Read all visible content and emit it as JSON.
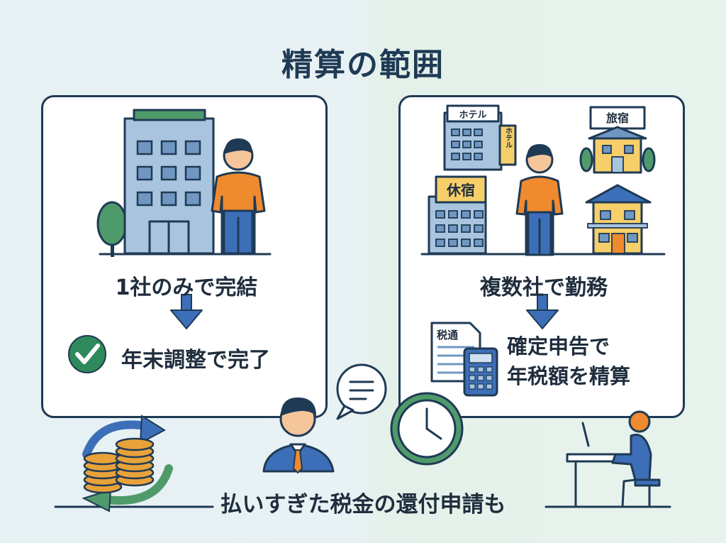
{
  "title": "精算の範囲",
  "left": {
    "caption": "1社のみで完結",
    "result": "年末調整で完了"
  },
  "right": {
    "caption": "複数社で勤務",
    "result_line1": "確定申告で",
    "result_line2": "年税額を精算",
    "sign_hotel": "ホテル",
    "sign_hotel_vertical": "ホテル",
    "sign_ryokan": "旅宿",
    "sign_kyushuku": "休宿",
    "document_label": "税通"
  },
  "footer": "払いすぎた税金の還付申請も",
  "colors": {
    "navy": "#1f3a55",
    "building": "#a9c4de",
    "orange": "#ef8a2e",
    "blue": "#3d6fb8",
    "green": "#2e8a5a",
    "gold": "#e8a23a",
    "sign_yellow": "#f6cf6a"
  }
}
